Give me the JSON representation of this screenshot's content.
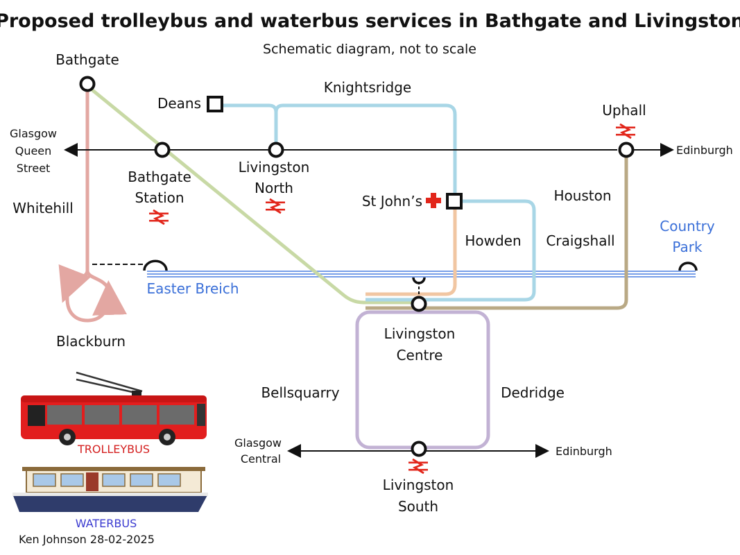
{
  "title": "Proposed trolleybus and waterbus services in Bathgate and Livingston",
  "subtitle": "Schematic diagram, not to scale",
  "rail": {
    "west_dest": [
      "Glasgow",
      "Queen",
      "Street"
    ],
    "east_dest": "Edinburgh",
    "south_west_dest": [
      "Glasgow",
      "Central"
    ],
    "south_east_dest": "Edinburgh"
  },
  "stops": {
    "bathgate": "Bathgate",
    "deans": "Deans",
    "knightsridge": "Knightsridge",
    "uphall": "Uphall",
    "bathgate_station": [
      "Bathgate",
      "Station"
    ],
    "livingston_north": [
      "Livingston",
      "North"
    ],
    "st_johns": "St John’s",
    "houston": "Houston",
    "whitehill": "Whitehill",
    "howden": "Howden",
    "craigshall": "Craigshall",
    "country_park": [
      "Country",
      "Park"
    ],
    "easter_breich": "Easter Breich",
    "blackburn": "Blackburn",
    "livingston_centre": [
      "Livingston",
      "Centre"
    ],
    "bellsquarry": "Bellsquarry",
    "dedridge": "Dedridge",
    "livingston_south": [
      "Livingston",
      "South"
    ]
  },
  "legend": {
    "trolleybus": "TROLLEYBUS",
    "waterbus": "WATERBUS"
  },
  "credit": "Ken Johnson 28-02-2025",
  "colors": {
    "pink_route": "#e3a7a2",
    "green_route": "#c8d9a5",
    "lightblue_route": "#a8d6e6",
    "orange_route": "#f1c6a2",
    "khaki_route": "#b9a985",
    "purple_loop": "#c2b2d4",
    "canal": "#4a7fe0",
    "national_rail": "#e2261b"
  }
}
